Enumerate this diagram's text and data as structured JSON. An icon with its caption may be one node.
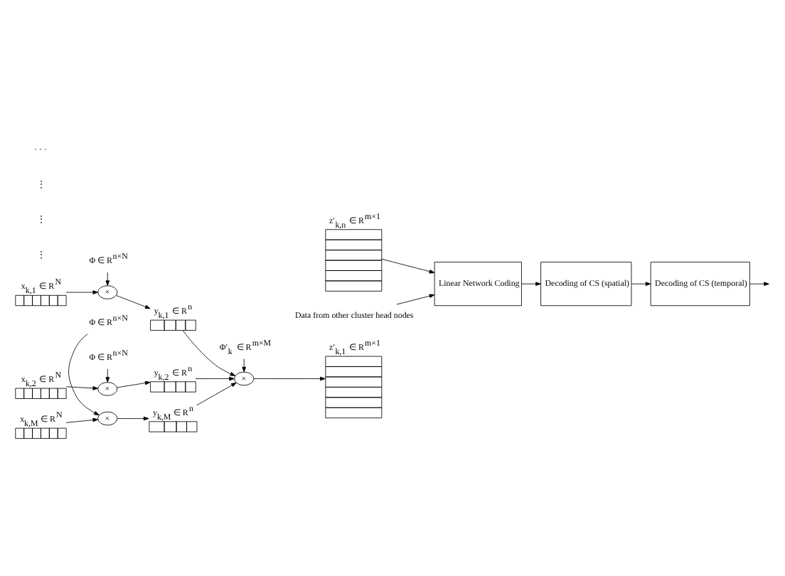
{
  "diagram": {
    "nodes": [
      {
        "text": [
          "x$_{k,1}$ ∈ R$^{N}$"
        ]
      },
      {
        "text": [
          "Φ ∈ R$^{n×N}$"
        ]
      },
      {
        "text": [
          "×"
        ]
      },
      {
        "text": [
          "y$_{k,1}$ ∈ R$^{n}$"
        ]
      },
      {
        "text": [
          "x$_{k,2}$ ∈ R$^{N}$"
        ]
      },
      {
        "text": [
          "Φ ∈ R$^{n×N}$"
        ]
      },
      {
        "text": [
          "×"
        ]
      },
      {
        "text": [
          "y$_{k,2}$ ∈ R$^{n}$"
        ]
      },
      {
        "text": [
          "x$_{k,M}$ ∈ R$^{N}$"
        ]
      },
      {
        "text": [
          "Φ ∈ R$^{n×N}$"
        ]
      },
      {
        "text": [
          "×"
        ]
      },
      {
        "text": [
          "y$_{k,M}$ ∈ R$^{n}$"
        ]
      },
      {
        "text": [
          "Φ′$_{k}$ ∈ R$^{m×M}$"
        ]
      },
      {
        "text": [
          "×"
        ]
      },
      {
        "text": [
          "z′$_{k,1}$ ∈ R$^{m×1}$"
        ]
      },
      {
        "text": [
          "z′$_{k,n}$ ∈ R$^{m×1}$"
        ]
      },
      {
        "text": [
          "Linear Network Coding"
        ]
      },
      {
        "text": [
          "Decoding of CS (spatial)"
        ]
      },
      {
        "text": [
          "Decoding of CS (temporal)"
        ]
      },
      {
        "text": [
          "Data from other cluster head nodes"
        ]
      }
    ],
    "edges": [
      {
        "from": 0,
        "to": 2,
        "arrow": "to"
      },
      {
        "from": 1,
        "to": 2,
        "arrow": "to"
      },
      {
        "from": 2,
        "to": 3,
        "arrow": "to"
      },
      {
        "from": 4,
        "to": 6,
        "arrow": "to"
      },
      {
        "from": 5,
        "to": 6,
        "arrow": "to"
      },
      {
        "from": 6,
        "to": 7,
        "arrow": "to"
      },
      {
        "from": 8,
        "to": 10,
        "arrow": "to"
      },
      {
        "from": 9,
        "to": 10,
        "arrow": "to"
      },
      {
        "from": 10,
        "to": 11,
        "arrow": "to"
      },
      {
        "from": 3,
        "to": 13,
        "arrow": "to"
      },
      {
        "from": 7,
        "to": 13,
        "arrow": "to"
      },
      {
        "from": 11,
        "to": 13,
        "arrow": "to"
      },
      {
        "from": 12,
        "to": 13,
        "arrow": "to"
      },
      {
        "from": 13,
        "to": 14,
        "arrow": "to"
      },
      {
        "from": 15,
        "to": 16,
        "arrow": "to"
      },
      {
        "from": 19,
        "to": 16,
        "arrow": "to"
      },
      {
        "from": 16,
        "to": 17,
        "arrow": "to"
      },
      {
        "from": 17,
        "to": 18,
        "arrow": "to"
      },
      {
        "from": 18,
        "to": null,
        "arrow": "to"
      }
    ],
    "labels": [
      "⋮",
      "⋮",
      "⋮",
      "· · ·"
    ]
  }
}
